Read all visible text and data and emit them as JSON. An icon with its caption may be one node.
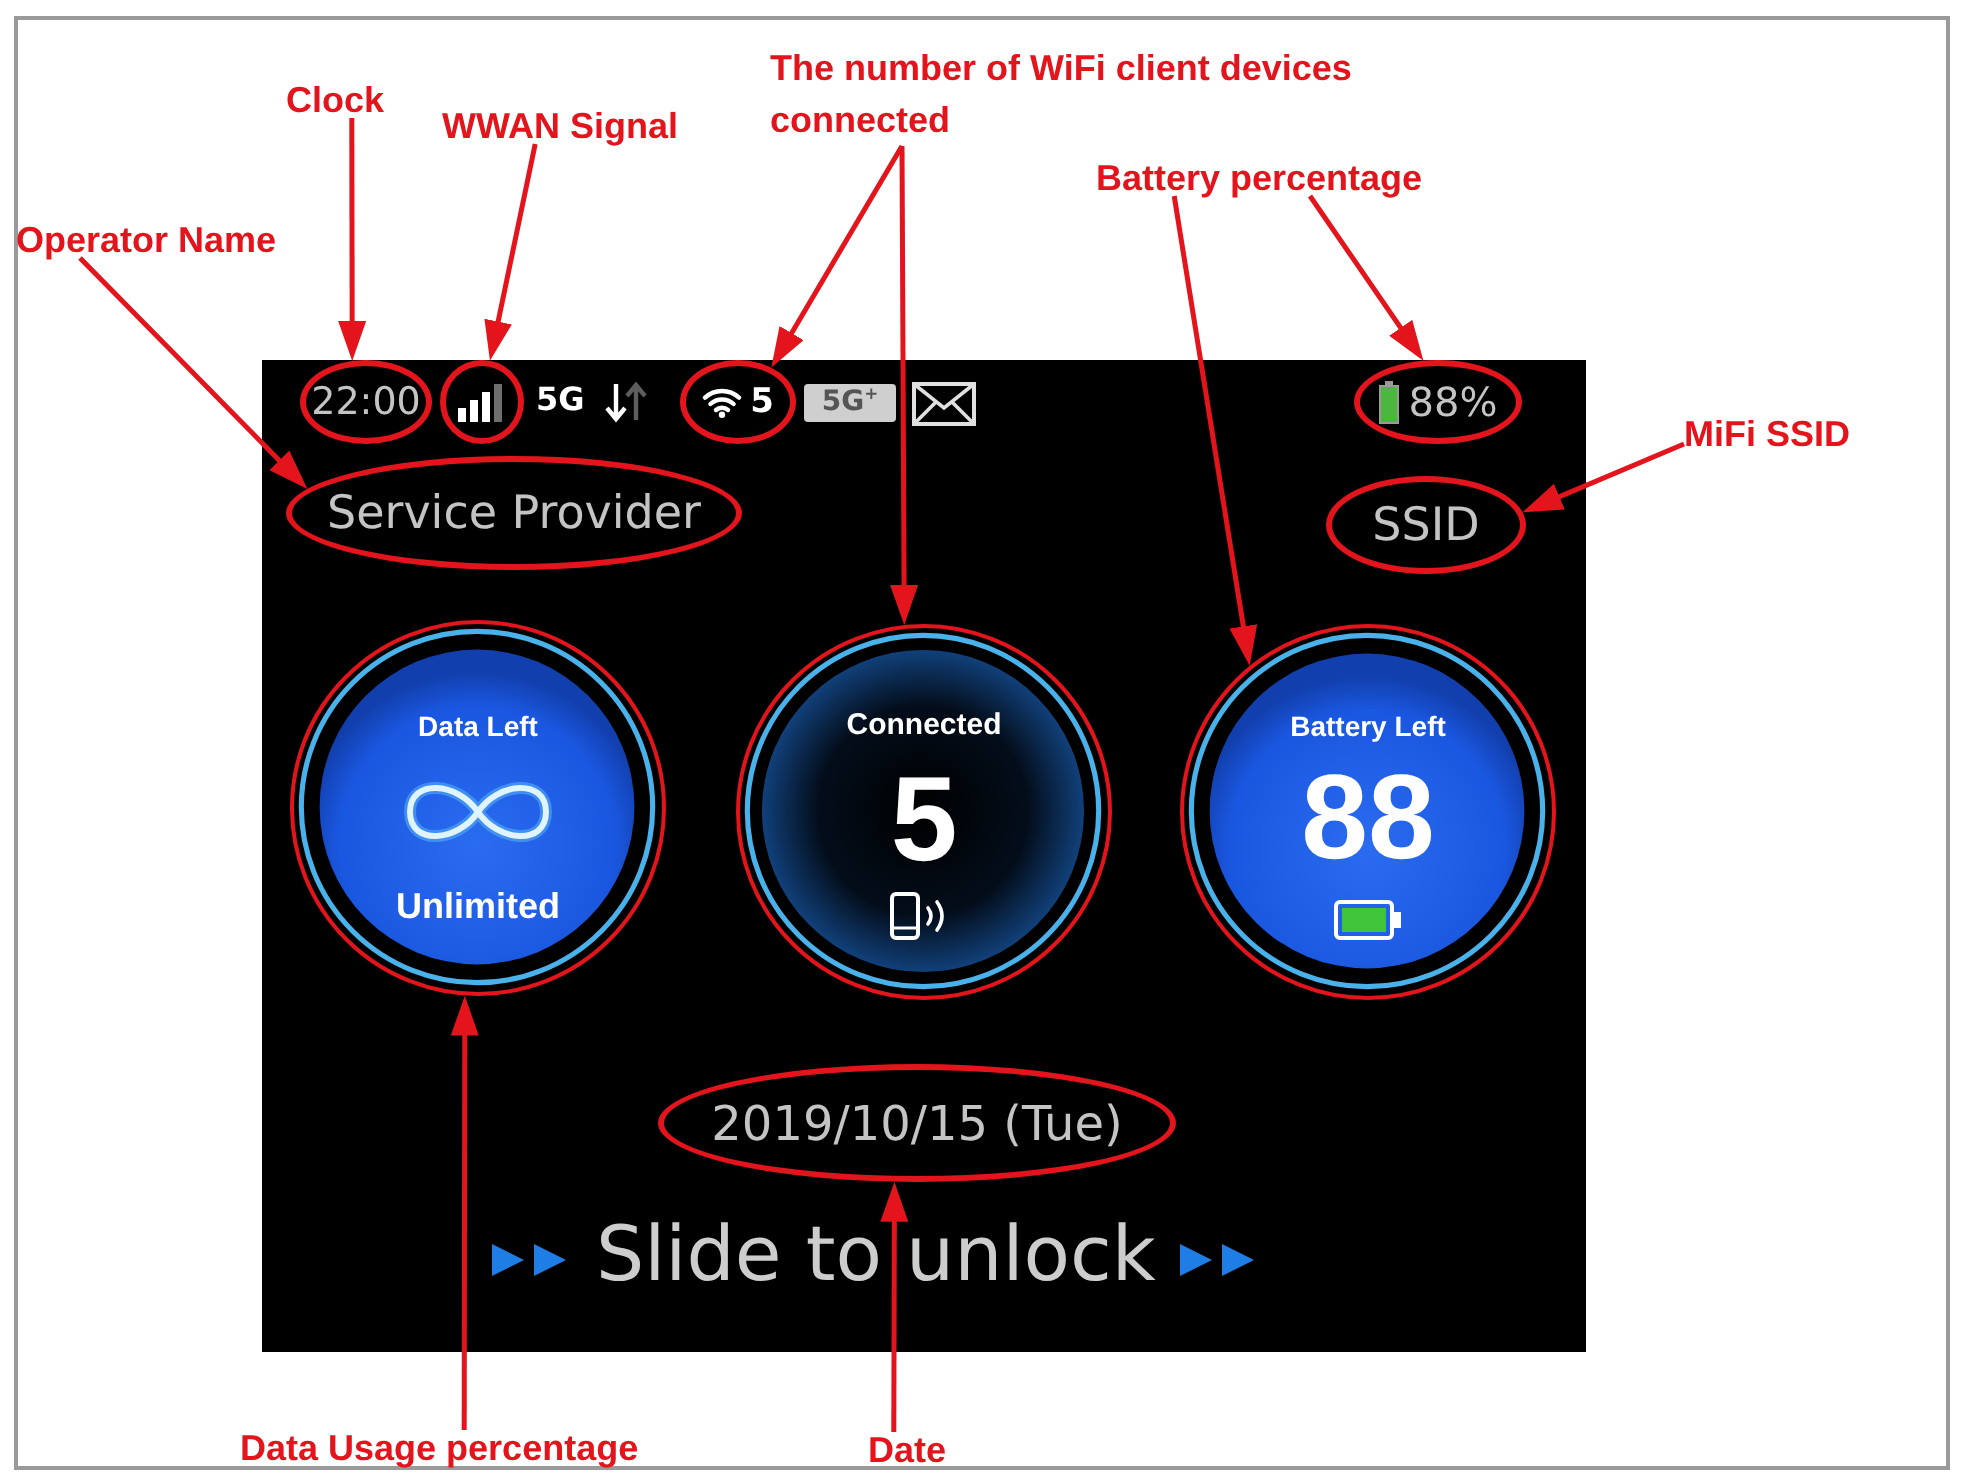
{
  "diagram": {
    "nodes": [
      {
        "text": [
          "The number of WiFi client devices connected"
        ]
      },
      {
        "text": [
          "Clock"
        ]
      },
      {
        "text": [
          "WWAN Signal"
        ]
      },
      {
        "text": [
          "Battery percentage"
        ]
      },
      {
        "text": [
          "Operator Name"
        ]
      },
      {
        "text": [
          "MiFi SSID"
        ]
      },
      {
        "text": [
          "5G",
          "Slide to unlock"
        ]
      },
      {
        "text": [
          "22:00"
        ],
        "in": 6
      },
      {
        "text": [],
        "shape": "ellipse",
        "in": 6
      },
      {
        "text": [
          "5"
        ],
        "in": 6
      },
      {
        "text": [
          "5G$^{+}$"
        ],
        "in": 6
      },
      {
        "text": [
          "88%"
        ],
        "in": 6
      },
      {
        "text": [
          "Service Provider"
        ],
        "in": 6
      },
      {
        "text": [
          "SSID"
        ],
        "in": 6
      },
      {
        "text": [
          "Data Left",
          "Unlimited"
        ],
        "in": 6
      },
      {
        "text": [
          "Connected",
          "5"
        ],
        "in": 6
      },
      {
        "text": [
          "Battery Left",
          "88"
        ],
        "in": 6
      },
      {
        "text": [
          "2019/10/15 (Tue)"
        ],
        "in": 6
      },
      {
        "text": [
          "Data Usage percentage"
        ]
      },
      {
        "text": [
          "Date"
        ]
      }
    ],
    "edges": [
      {
        "from": 1,
        "to": 7,
        "arrow": "to"
      },
      {
        "from": 2,
        "to": 8,
        "arrow": "to"
      },
      {
        "from": 0,
        "to": 9,
        "arrow": "to"
      },
      {
        "from": 0,
        "to": 15,
        "arrow": "to"
      },
      {
        "from": 3,
        "to": 16,
        "arrow": "to"
      },
      {
        "from": 3,
        "to": 11,
        "arrow": "to"
      },
      {
        "from": 4,
        "to": 12,
        "arrow": "to"
      },
      {
        "from": 5,
        "to": 13,
        "arrow": "to"
      },
      {
        "from": 18,
        "to": 14,
        "arrow": "to"
      },
      {
        "from": 19,
        "to": 17,
        "arrow": "to"
      }
    ]
  }
}
